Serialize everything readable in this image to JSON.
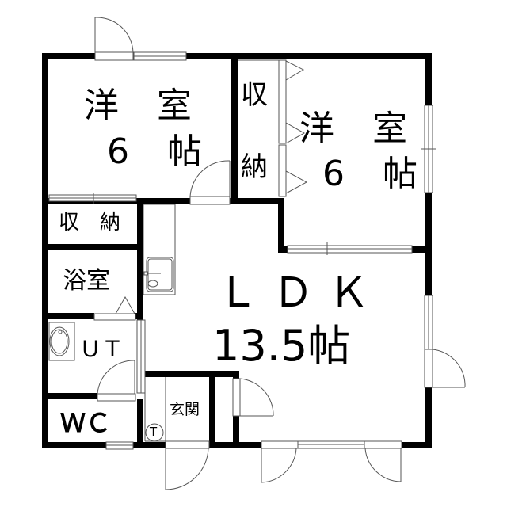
{
  "plan": {
    "type": "floor-plan",
    "layout": "LDK + 2 Western rooms",
    "rooms": [
      {
        "id": "western-1",
        "line1": "洋　室",
        "line2": "6　帖",
        "name": "Western-style room",
        "size_jo": 6
      },
      {
        "id": "western-2",
        "line1": "洋　室",
        "line2": "6　帖",
        "name": "Western-style room",
        "size_jo": 6
      },
      {
        "id": "closet-1",
        "label_a": "収",
        "label_b": "納",
        "name": "Storage"
      },
      {
        "id": "closet-2",
        "label": "収　納",
        "name": "Storage"
      },
      {
        "id": "bath",
        "label": "浴室",
        "name": "Bathroom"
      },
      {
        "id": "utility",
        "label": "ＵＴ",
        "name": "Utility / washroom"
      },
      {
        "id": "toilet",
        "label": "ＷＣ",
        "name": "Toilet"
      },
      {
        "id": "entrance",
        "label": "玄関",
        "name": "Entrance"
      },
      {
        "id": "ldk",
        "line1": "ＬＤＫ",
        "line2": "13.5帖",
        "name": "Living Dining Kitchen",
        "size_jo": 13.5
      }
    ],
    "symbols": {
      "thermo": "T"
    },
    "colors": {
      "wall": "#000000",
      "fixture": "#555555",
      "background": "#ffffff"
    }
  }
}
